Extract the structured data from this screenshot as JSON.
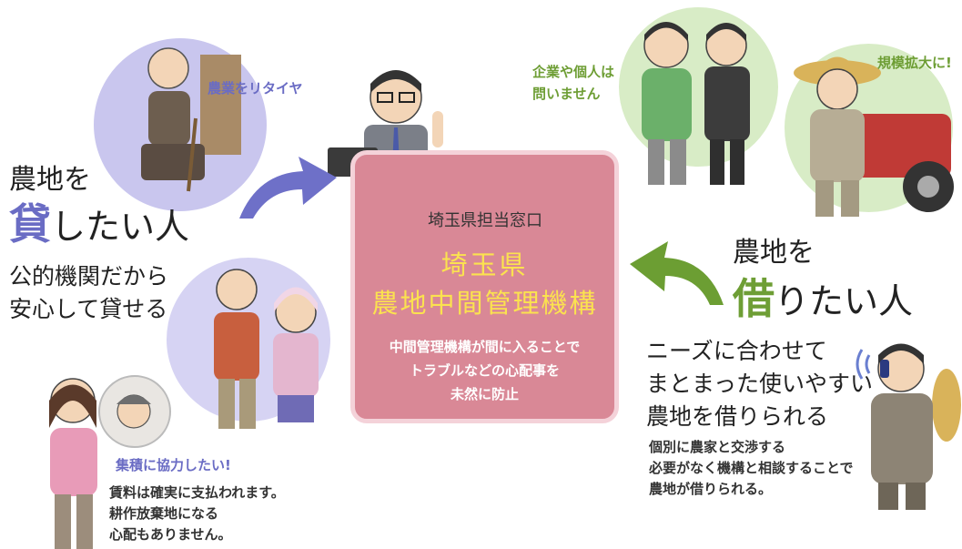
{
  "center_box": {
    "window_label": "埼玉県担当窓口",
    "org_line1": "埼玉県",
    "org_line2": "農地中間管理機構",
    "desc_line1": "中間管理機構が間に入ることで",
    "desc_line2": "トラブルなどの心配事を",
    "desc_line3": "未然に防止"
  },
  "lender": {
    "heading_line1": "農地を",
    "heading_char": "貸",
    "heading_rest": "したい人",
    "lead_line1": "公的機関だから",
    "lead_line2": "安心して貸せる",
    "retire_label": "農業をリタイヤ",
    "cooperate_label": "集積に協力したい!",
    "note_line1": "賃料は確実に支払われます。",
    "note_line2": "耕作放棄地になる",
    "note_line3": "心配もありません。"
  },
  "borrower": {
    "heading_line1": "農地を",
    "heading_char": "借",
    "heading_rest": "りたい人",
    "lead_line1": "ニーズに合わせて",
    "lead_line2": "まとまった使いやすい",
    "lead_line3": "農地を借りられる",
    "company_label_line1": "企業や個人は",
    "company_label_line2": "問いません",
    "expand_label": "規模拡大に!",
    "note_line1": "個別に農家と交渉する",
    "note_line2": "必要がなく機構と相談することで",
    "note_line3": "農地が借りられる。"
  },
  "colors": {
    "lender_accent": "#6a6cc4",
    "borrower_accent": "#6e9e35",
    "box_fill": "#d98896",
    "box_title": "#fbe24f"
  }
}
